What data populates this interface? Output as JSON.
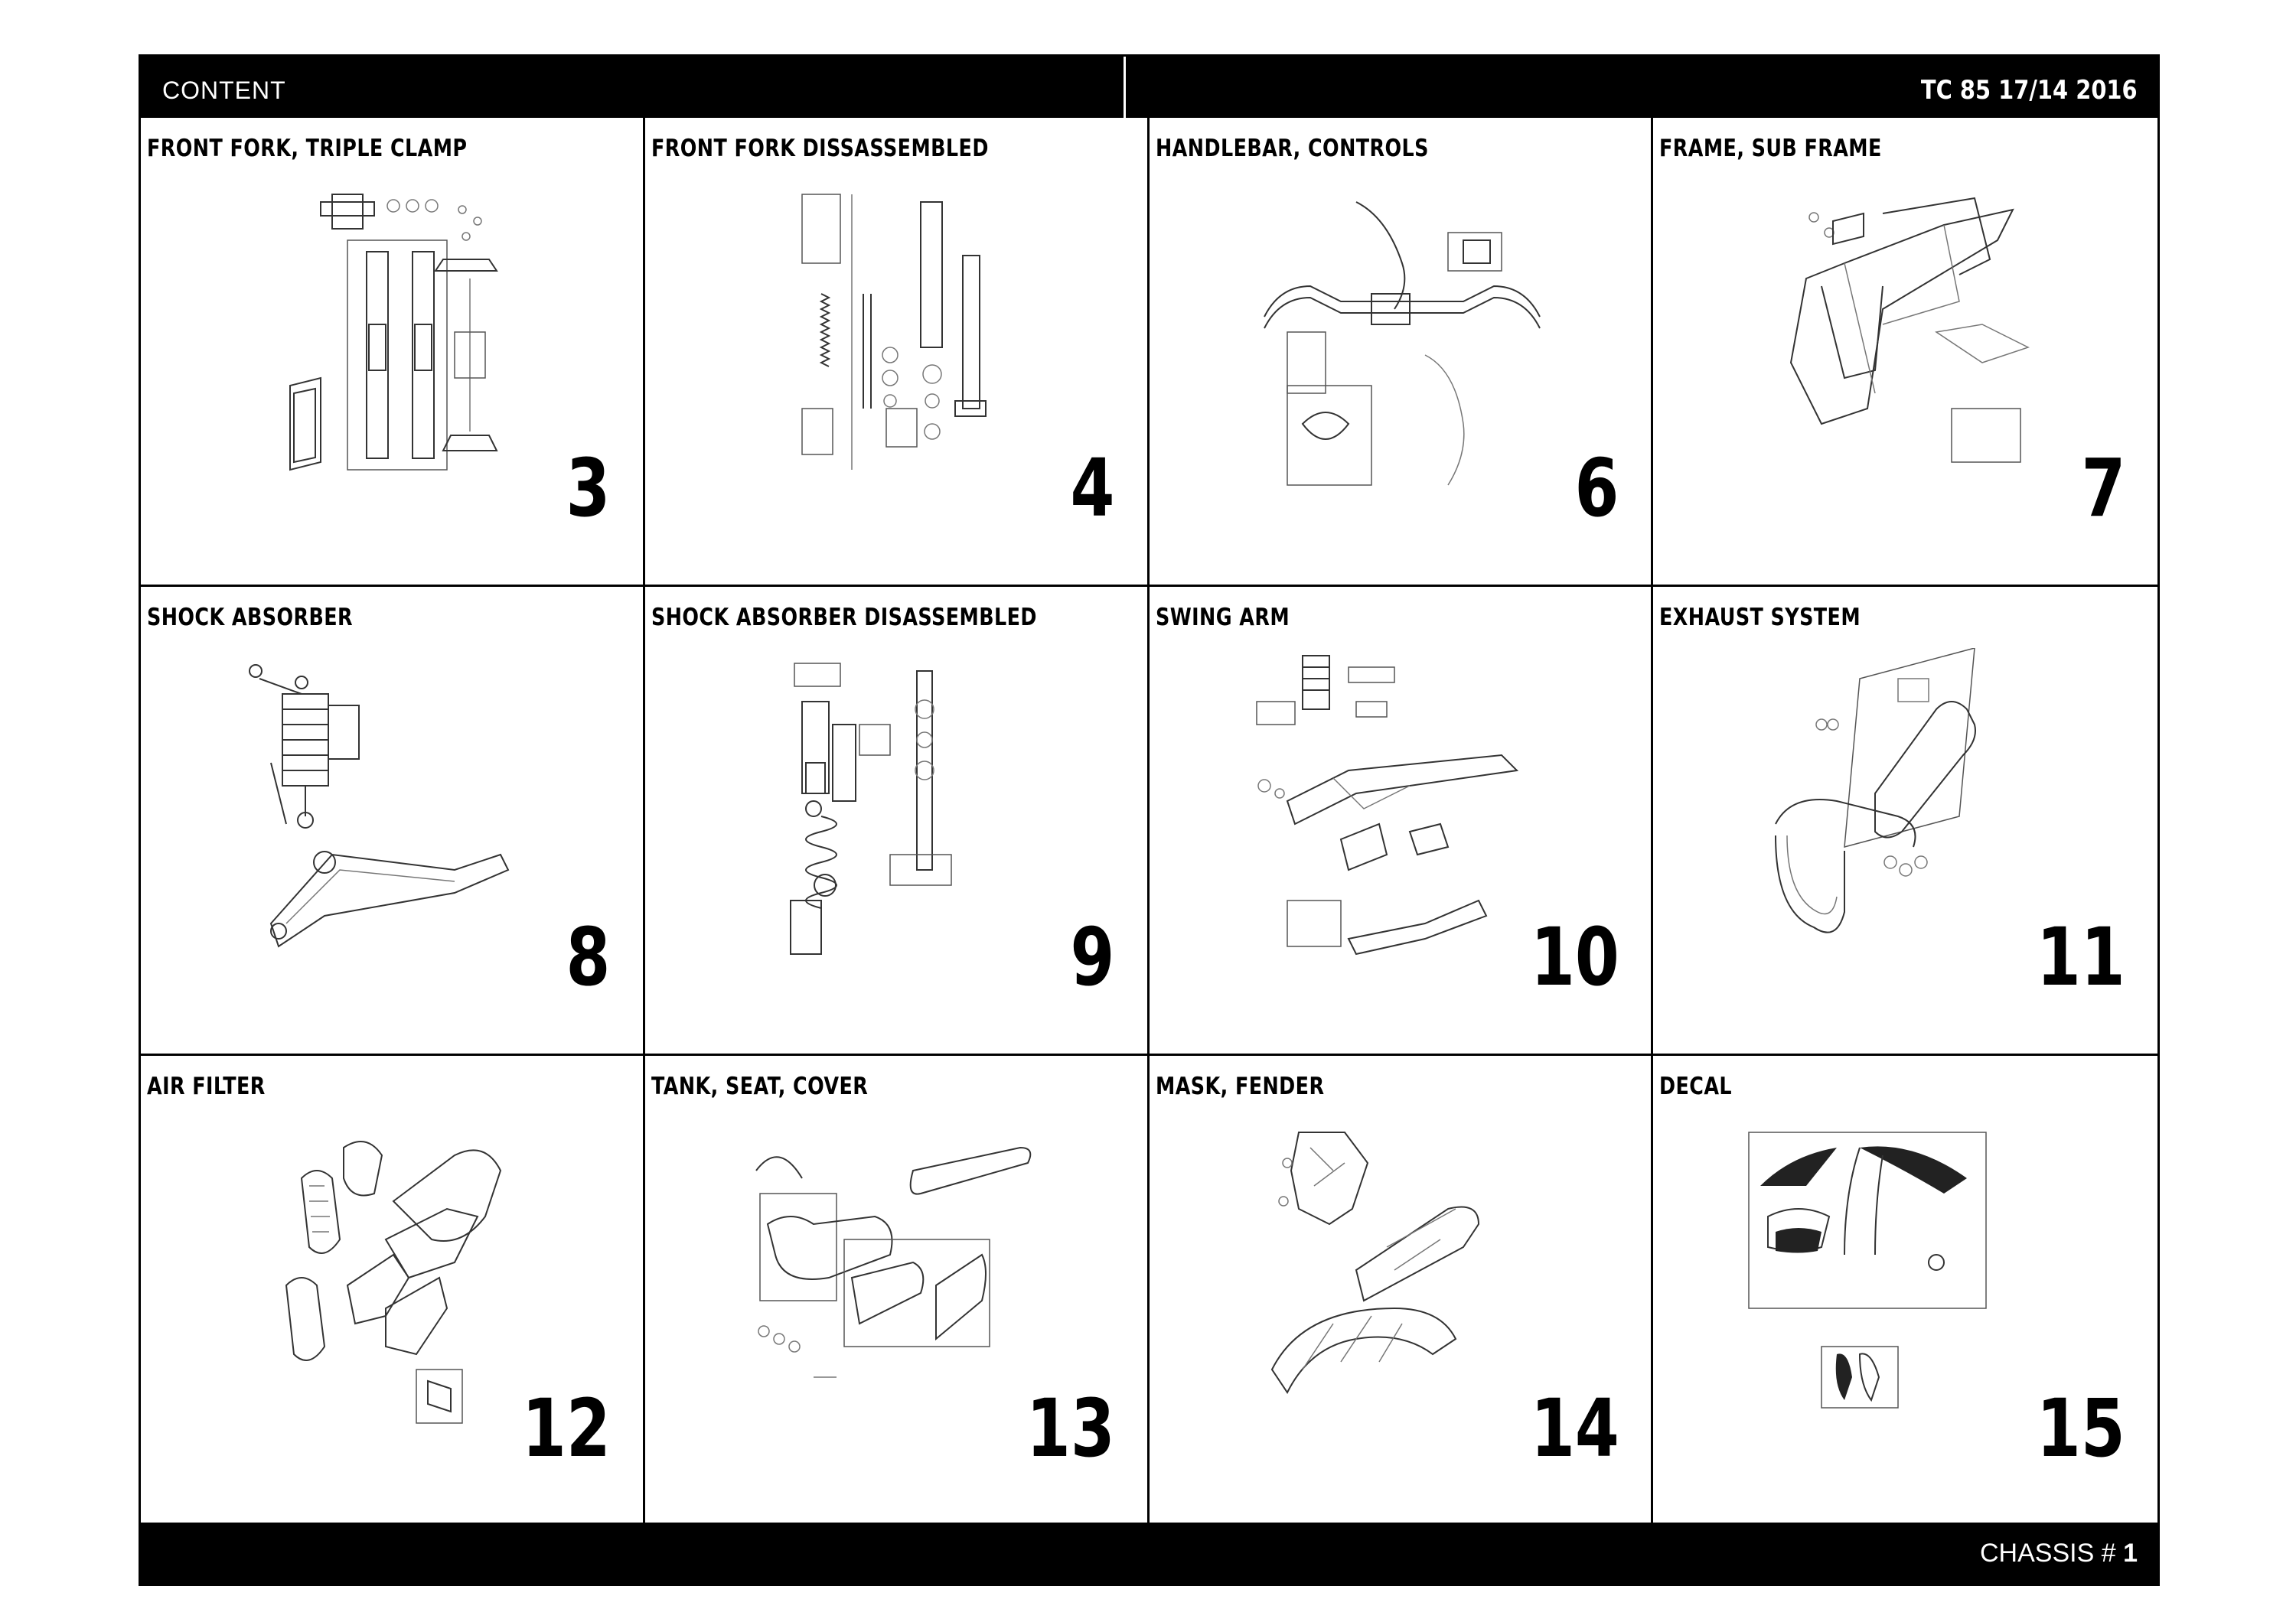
{
  "header": {
    "section": "CONTENT",
    "model": "TC 85 17/14 2016"
  },
  "cells": [
    {
      "title": "FRONT FORK, TRIPLE CLAMP",
      "page": "3",
      "icon": "front-fork-diagram"
    },
    {
      "title": "FRONT FORK DISSASSEMBLED",
      "page": "4",
      "icon": "fork-parts-diagram"
    },
    {
      "title": "HANDLEBAR, CONTROLS",
      "page": "6",
      "icon": "handlebar-diagram"
    },
    {
      "title": "FRAME, SUB FRAME",
      "page": "7",
      "icon": "frame-diagram"
    },
    {
      "title": "SHOCK ABSORBER",
      "page": "8",
      "icon": "shock-absorber-diagram"
    },
    {
      "title": "SHOCK ABSORBER DISASSEMBLED",
      "page": "9",
      "icon": "shock-parts-diagram"
    },
    {
      "title": "SWING ARM",
      "page": "10",
      "icon": "swing-arm-diagram"
    },
    {
      "title": "EXHAUST SYSTEM",
      "page": "11",
      "icon": "exhaust-diagram"
    },
    {
      "title": "AIR FILTER",
      "page": "12",
      "icon": "air-filter-diagram"
    },
    {
      "title": "TANK, SEAT, COVER",
      "page": "13",
      "icon": "tank-seat-diagram"
    },
    {
      "title": "MASK, FENDER",
      "page": "14",
      "icon": "mask-fender-diagram"
    },
    {
      "title": "DECAL",
      "page": "15",
      "icon": "decal-diagram"
    }
  ],
  "footer": {
    "section": "CHASSIS #",
    "page": "1"
  }
}
